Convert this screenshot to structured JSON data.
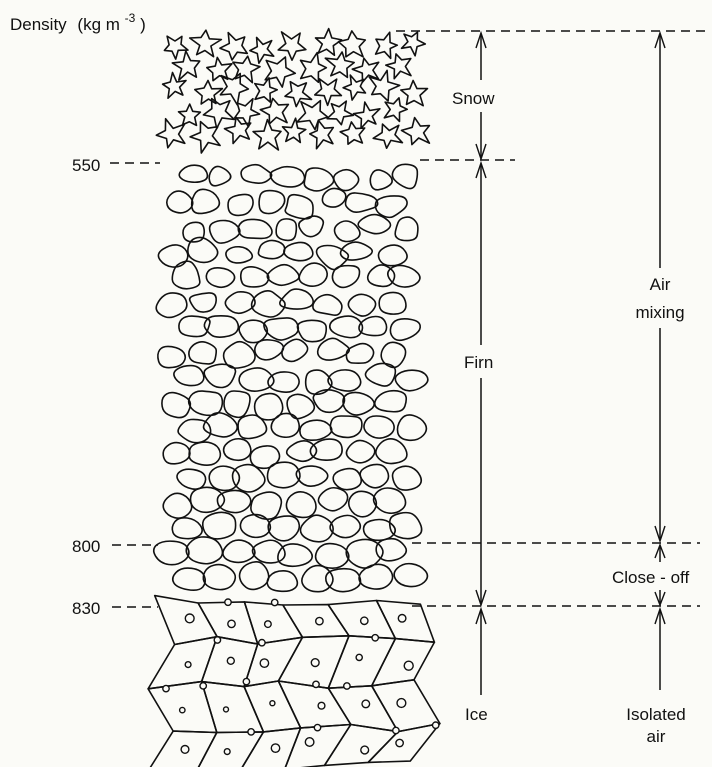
{
  "density_axis": {
    "title": "Density",
    "unit_base": "(kg m",
    "unit_exponent": "-3",
    "unit_close": ")",
    "marks": [
      "550",
      "800",
      "830"
    ]
  },
  "zones": {
    "snow": "Snow",
    "firn": "Firn",
    "ice": "Ice"
  },
  "air_regimes": {
    "mixing_line1": "Air",
    "mixing_line2": "mixing",
    "close_off": "Close - off",
    "isolated_line1": "Isolated",
    "isolated_line2": "air"
  },
  "colors": {
    "ink": "#111111",
    "paper": "#fbfbf7"
  }
}
